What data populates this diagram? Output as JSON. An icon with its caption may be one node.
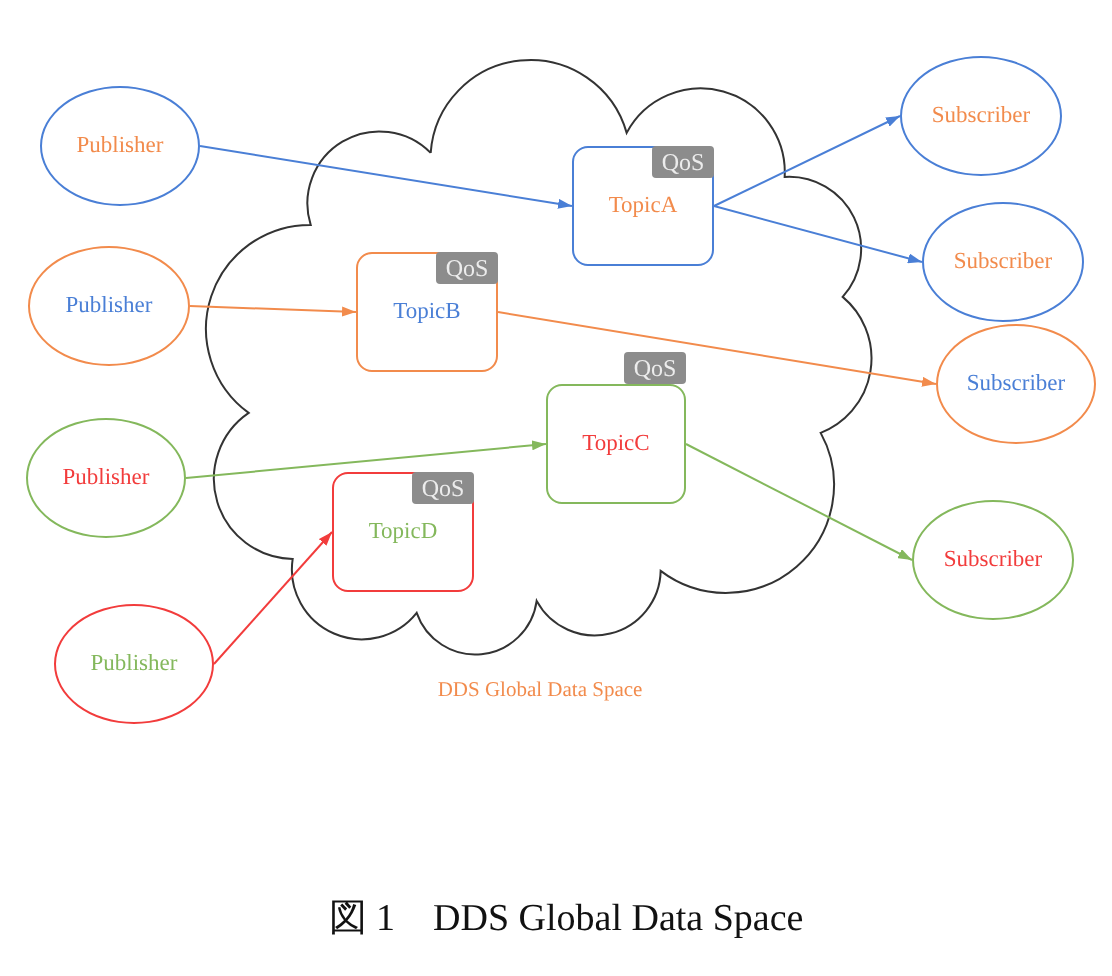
{
  "diagram": {
    "caption": "図 1　DDS Global Data Space",
    "nodes": [
      {
        "text": [
          "DDS Global Data Space"
        ]
      },
      {
        "text": [
          "Publisher"
        ]
      },
      {
        "text": [
          "QoS",
          "TopicA"
        ],
        "in": 0
      },
      {
        "text": [
          "Subscriber"
        ]
      },
      {
        "text": [
          "Subscriber"
        ]
      },
      {
        "text": [
          "Publisher"
        ]
      },
      {
        "text": [
          "QoS",
          "TopicB"
        ],
        "in": 0
      },
      {
        "text": [
          "Subscriber"
        ]
      },
      {
        "text": [
          "Publisher"
        ]
      },
      {
        "text": [
          "QoS",
          "TopicC"
        ],
        "in": 0
      },
      {
        "text": [
          "QoS",
          "TopicD"
        ],
        "in": 0
      },
      {
        "text": [
          "Subscriber"
        ]
      },
      {
        "text": [
          "Publisher"
        ]
      }
    ],
    "edges": [
      {
        "from": 1,
        "to": 2,
        "arrow": "to",
        "color": "#4a7fd6"
      },
      {
        "from": 2,
        "to": 3,
        "arrow": "to",
        "color": "#4a7fd6"
      },
      {
        "from": 2,
        "to": 4,
        "arrow": "to",
        "color": "#4a7fd6"
      },
      {
        "from": 5,
        "to": 6,
        "arrow": "to",
        "color": "#f28b4c"
      },
      {
        "from": 6,
        "to": 7,
        "arrow": "to",
        "color": "#f28b4c"
      },
      {
        "from": 8,
        "to": 9,
        "arrow": "to",
        "color": "#84b85c"
      },
      {
        "from": 9,
        "to": 11,
        "arrow": "to",
        "color": "#84b85c"
      },
      {
        "from": 12,
        "to": 10,
        "arrow": "to",
        "color": "#f23c3c"
      }
    ]
  }
}
